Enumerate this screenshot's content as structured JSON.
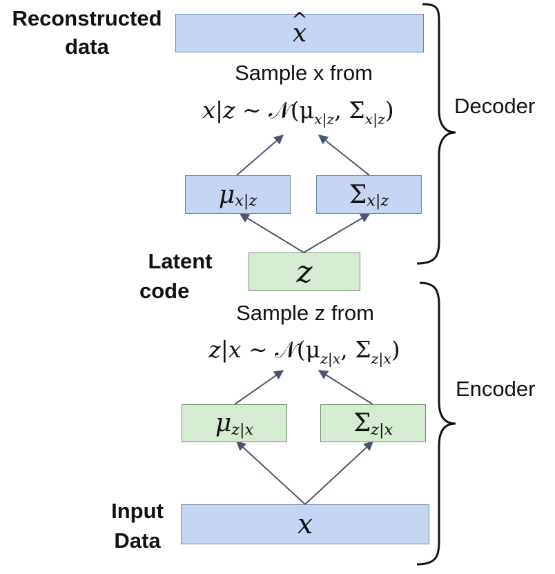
{
  "labels": {
    "reconstructed_line1": "Reconstructed",
    "reconstructed_line2": "data",
    "latent_line1": "Latent",
    "latent_line2": "code",
    "input_line1": "Input",
    "input_line2": "Data",
    "decoder": "Decoder",
    "encoder": "Encoder"
  },
  "boxes": {
    "x_hat": "x",
    "mu_xz": {
      "main": "μ",
      "sub": "x|z"
    },
    "sigma_xz": {
      "main": "Σ",
      "sub": "x|z"
    },
    "z": "z",
    "mu_zx": {
      "main": "μ",
      "sub": "z|x"
    },
    "sigma_zx": {
      "main": "Σ",
      "sub": "z|x"
    },
    "x": "x"
  },
  "decoder_text": {
    "sample": "Sample x from",
    "lhs": "x|z ∼ ",
    "dist": "𝒩(μ",
    "mu_sub": "x|z",
    "mid": ", Σ",
    "sigma_sub": "x|z",
    "close": ")"
  },
  "encoder_text": {
    "sample": "Sample z from",
    "lhs": "z|x ∼ ",
    "dist": "𝒩(μ",
    "mu_sub": "z|x",
    "mid": ", Σ",
    "sigma_sub": "z|x",
    "close": ")"
  },
  "colors": {
    "blue_fill": "#c6d6f2",
    "green_fill": "#d6ecd2",
    "arrow": "#4a5670",
    "brace": "#111111"
  }
}
